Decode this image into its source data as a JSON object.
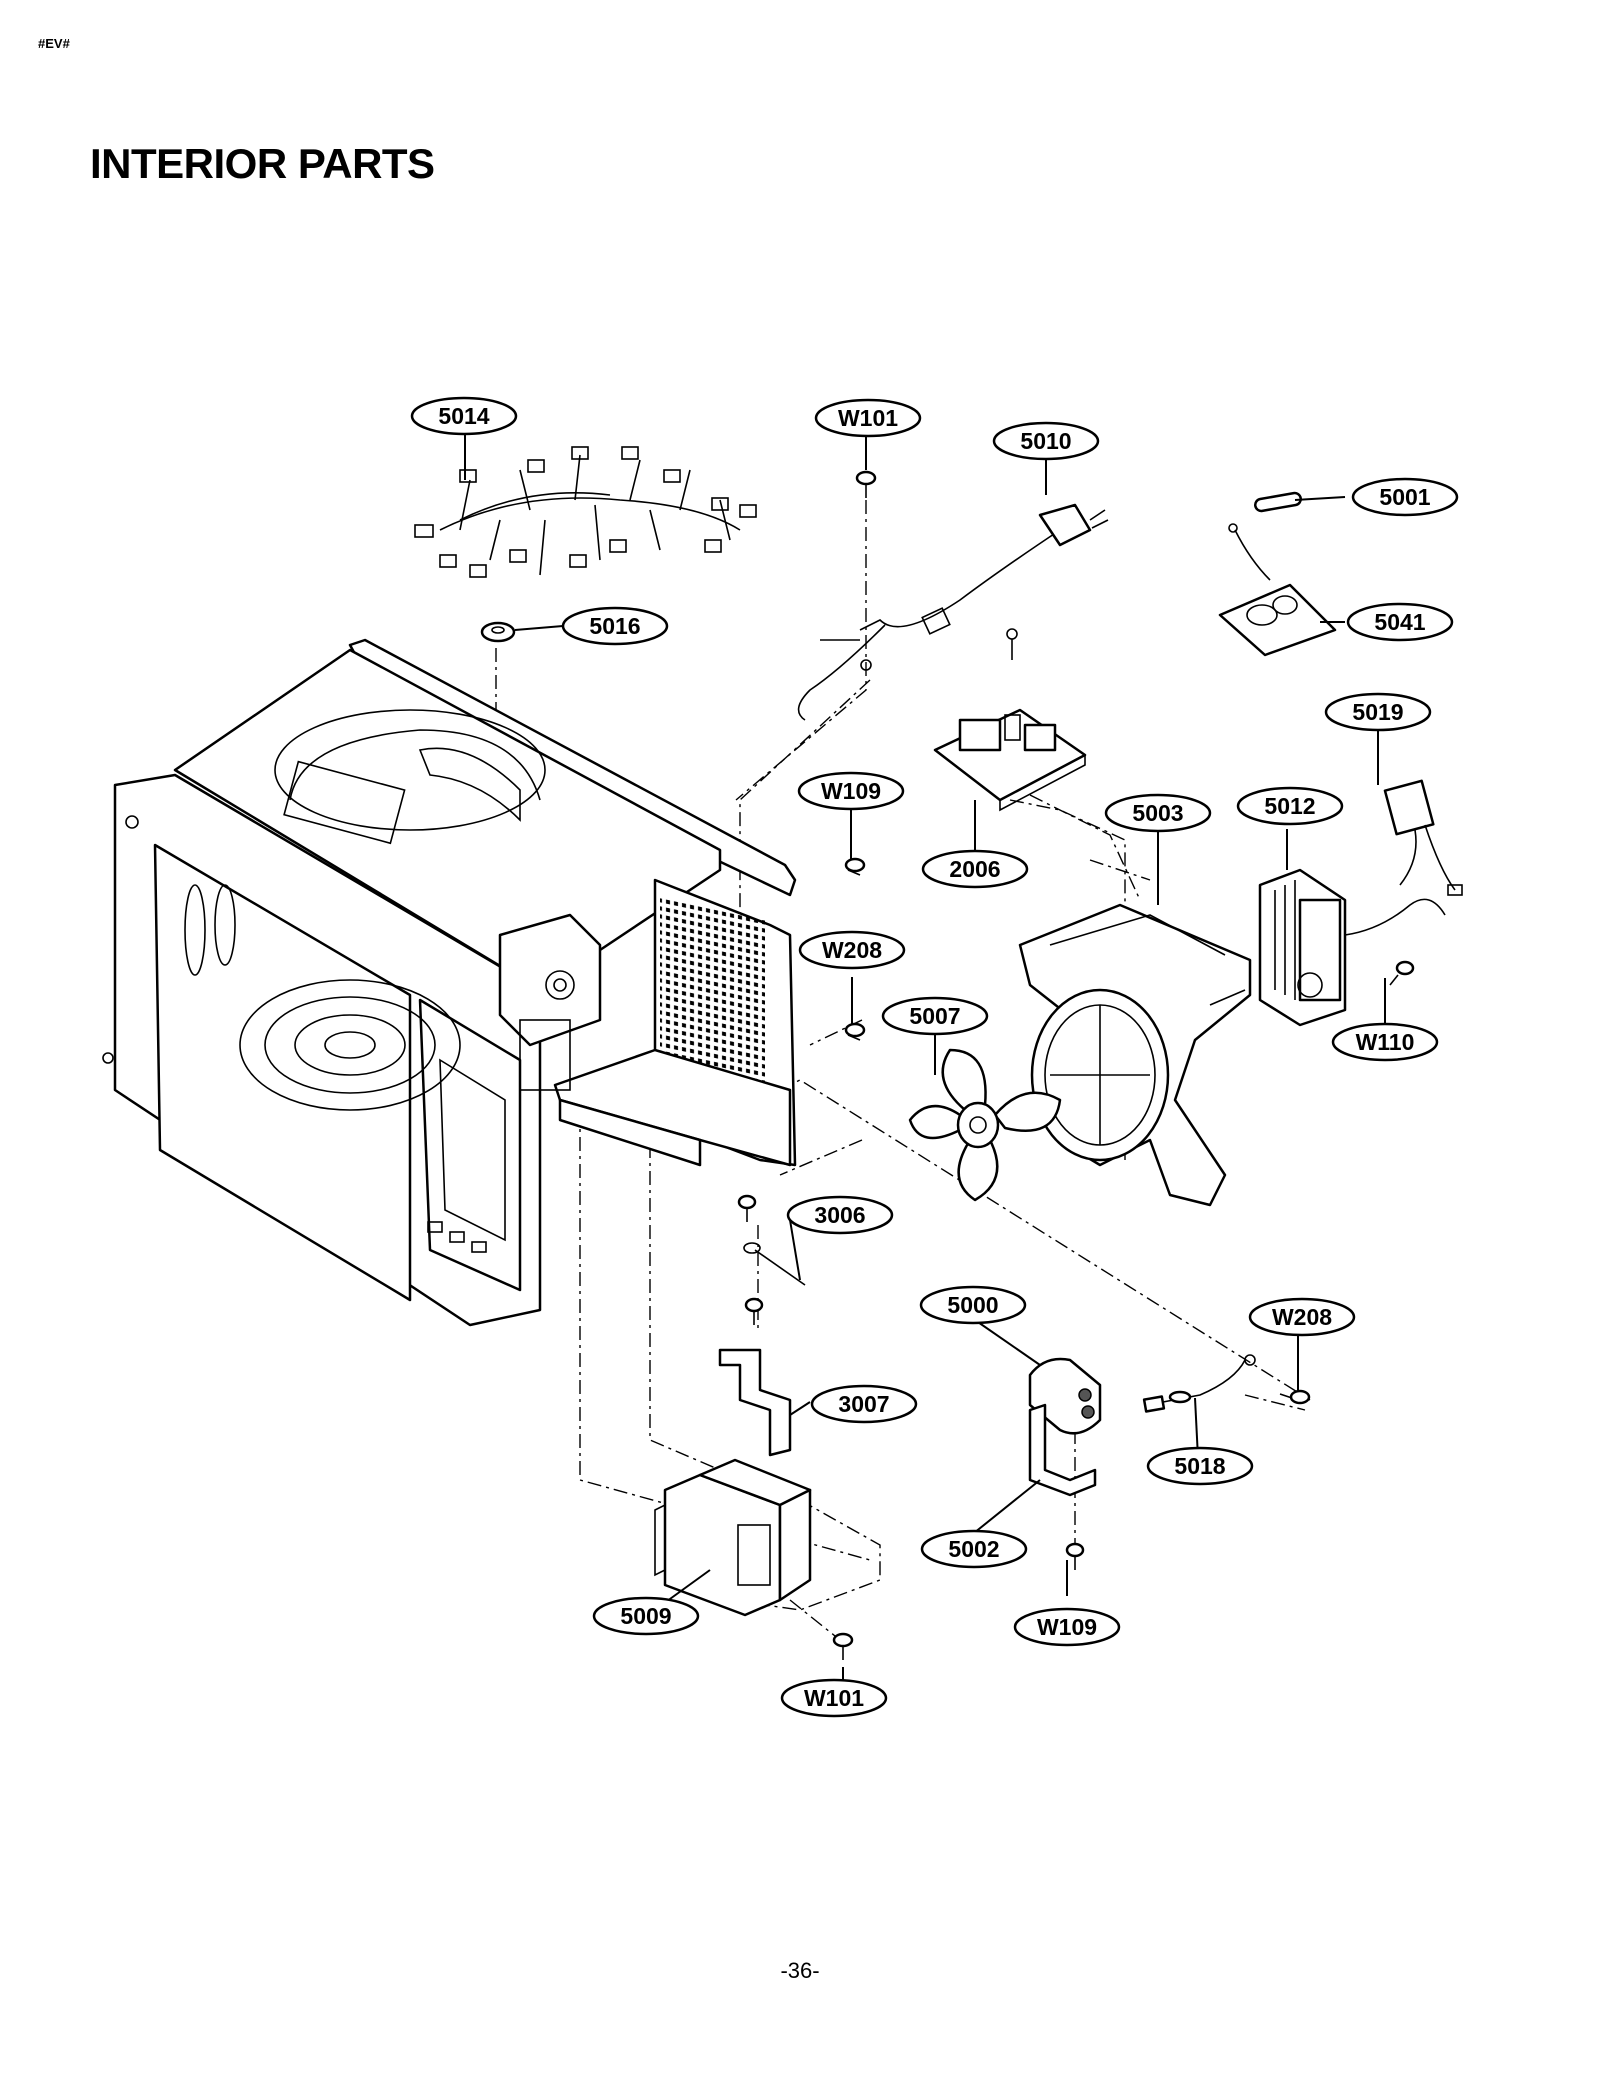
{
  "document": {
    "code": "#EV#",
    "title": "INTERIOR PARTS",
    "page_number": "-36-"
  },
  "part_labels": {
    "p5014": "5014",
    "pW101_top": "W101",
    "p5010": "5010",
    "p5001": "5001",
    "p5016": "5016",
    "p5041": "5041",
    "p5019": "5019",
    "pW109_mid": "W109",
    "p5003": "5003",
    "p5012": "5012",
    "p2006": "2006",
    "pW208_left": "W208",
    "p5007": "5007",
    "pW110": "W110",
    "p3006": "3006",
    "p5000": "5000",
    "pW208_right": "W208",
    "p3007": "3007",
    "p5018": "5018",
    "p5002": "5002",
    "p5009": "5009",
    "pW109_bottom": "W109",
    "pW101_bottom": "W101"
  }
}
